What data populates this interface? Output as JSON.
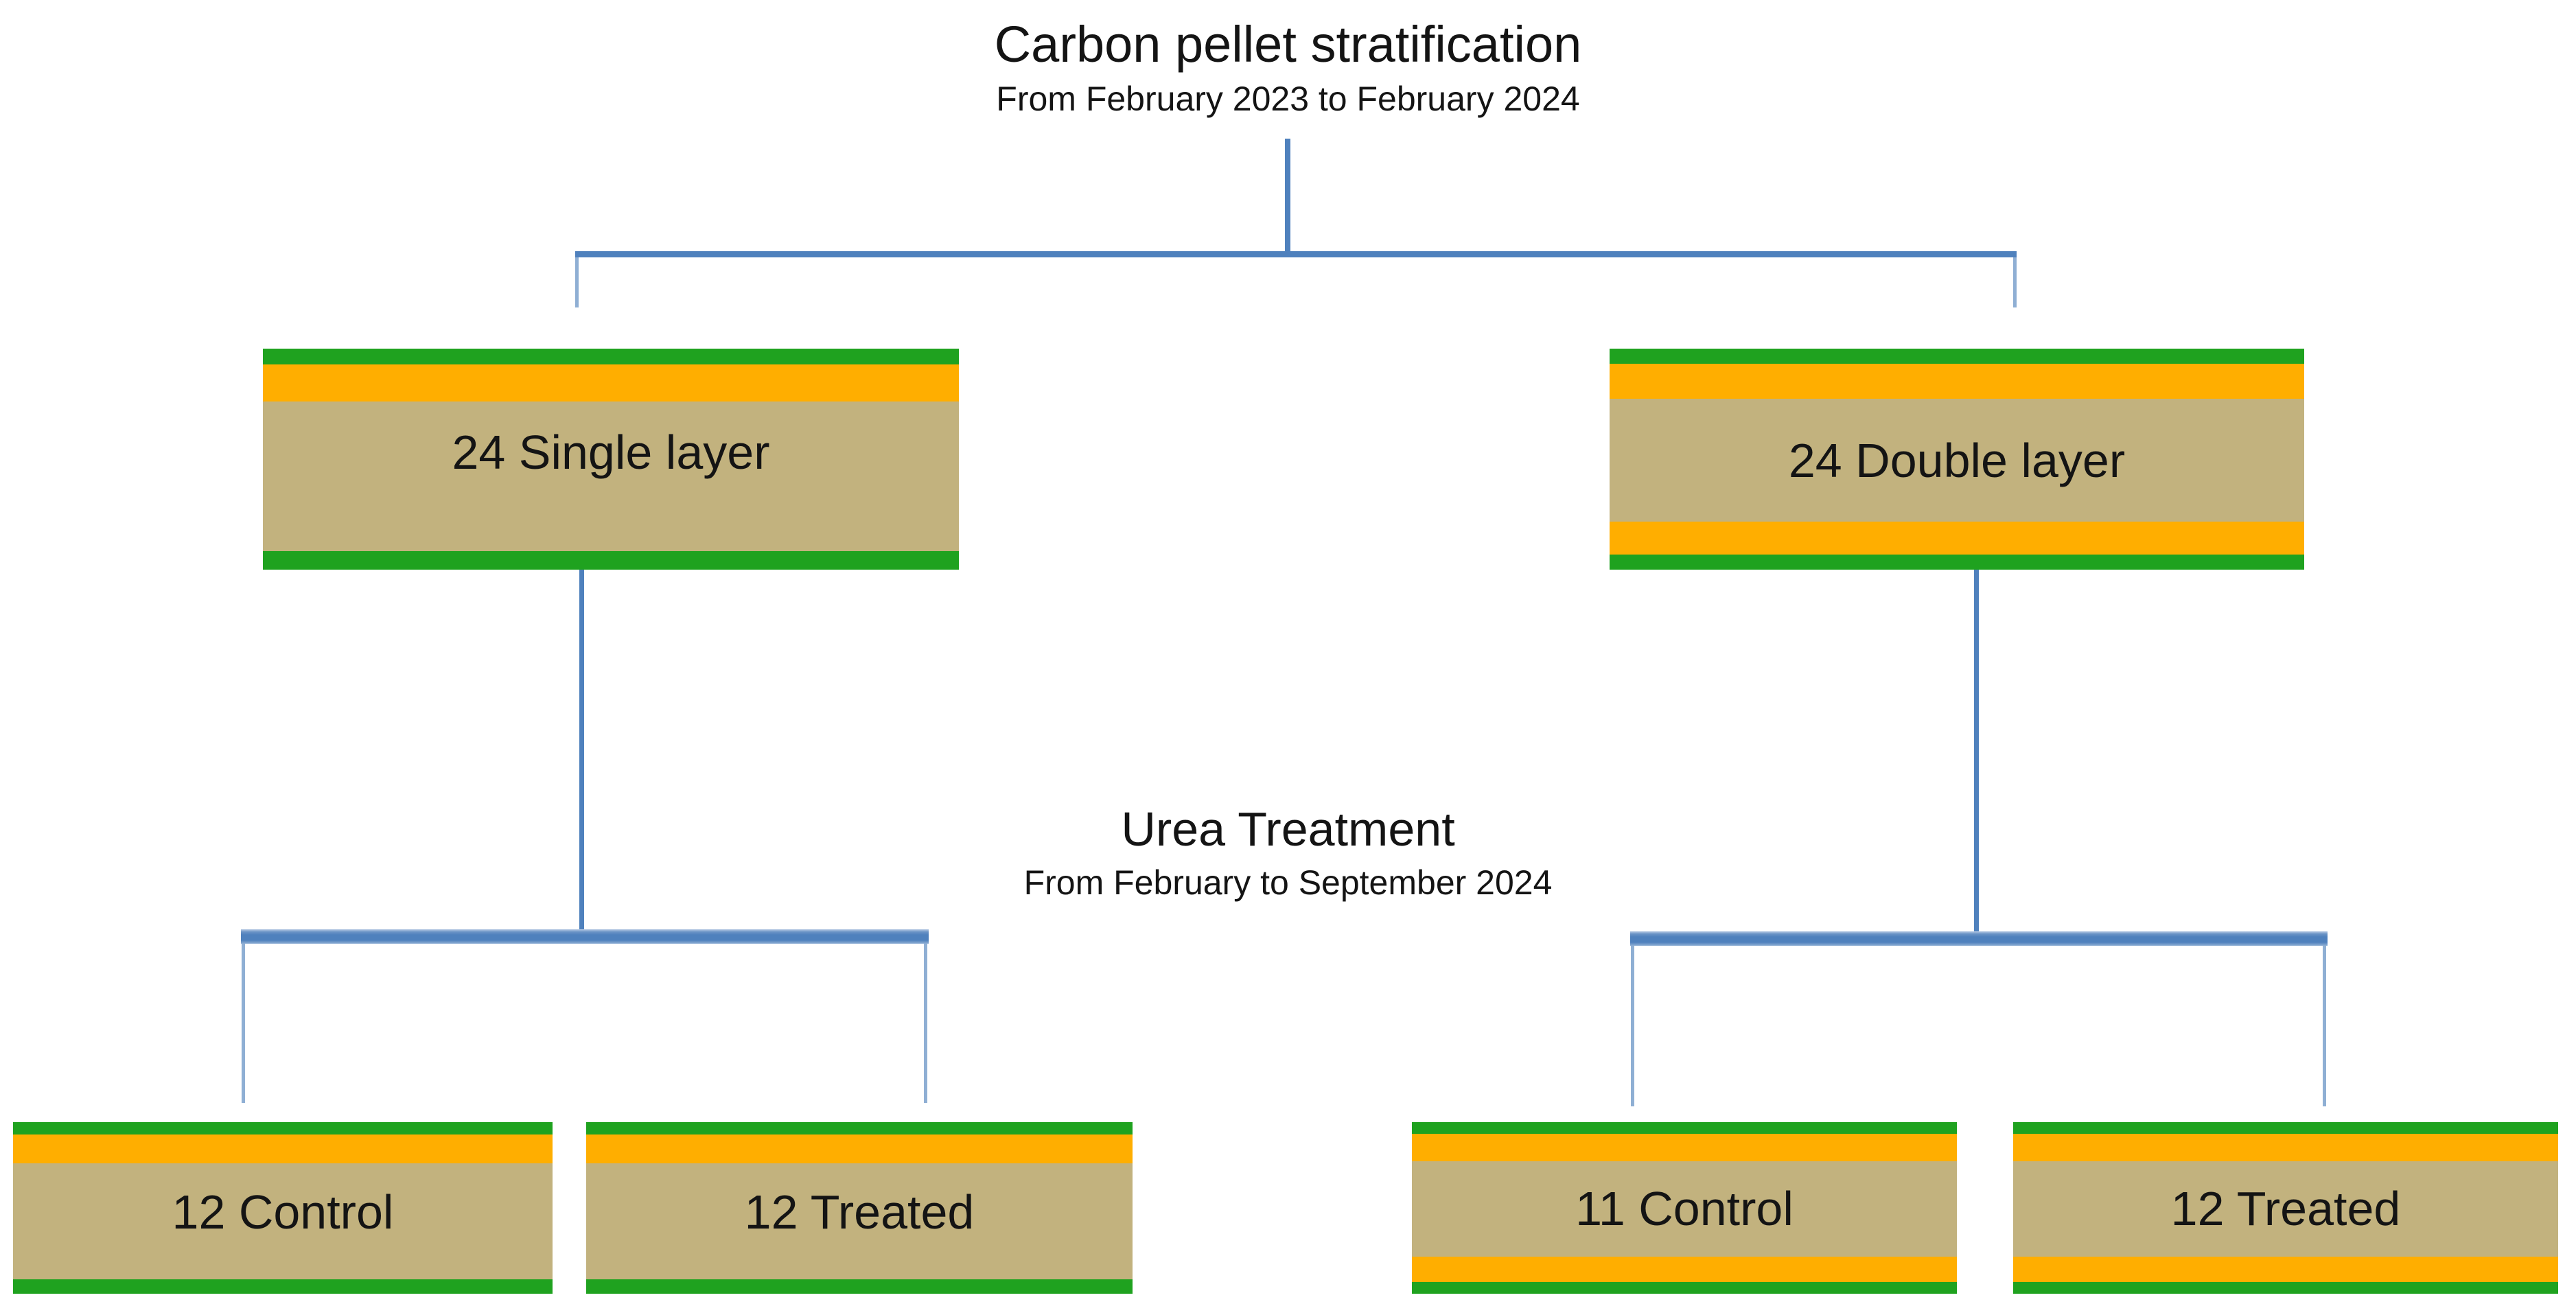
{
  "diagram": {
    "title": "Carbon pellet stratification",
    "title_subtitle": "From February 2023 to February 2024",
    "treatment_title": "Urea Treatment",
    "treatment_subtitle": "From February to September 2024"
  },
  "nodes": {
    "single_layer": {
      "label": "24 Single layer",
      "style": "single"
    },
    "double_layer": {
      "label": "24 Double layer",
      "style": "double"
    },
    "single_control": {
      "label": "12 Control",
      "style": "single"
    },
    "single_treated": {
      "label": "12 Treated",
      "style": "single"
    },
    "double_control": {
      "label": "11 Control",
      "style": "double"
    },
    "double_treated": {
      "label": "12 Treated",
      "style": "double"
    }
  },
  "colors": {
    "green": "#1fa21f",
    "orange": "#ffae00",
    "tan": "#c2b27e",
    "connector_blue": "#4f81bd",
    "connector_light_blue": "#8fafd4",
    "text": "#141414",
    "background": "#ffffff"
  }
}
